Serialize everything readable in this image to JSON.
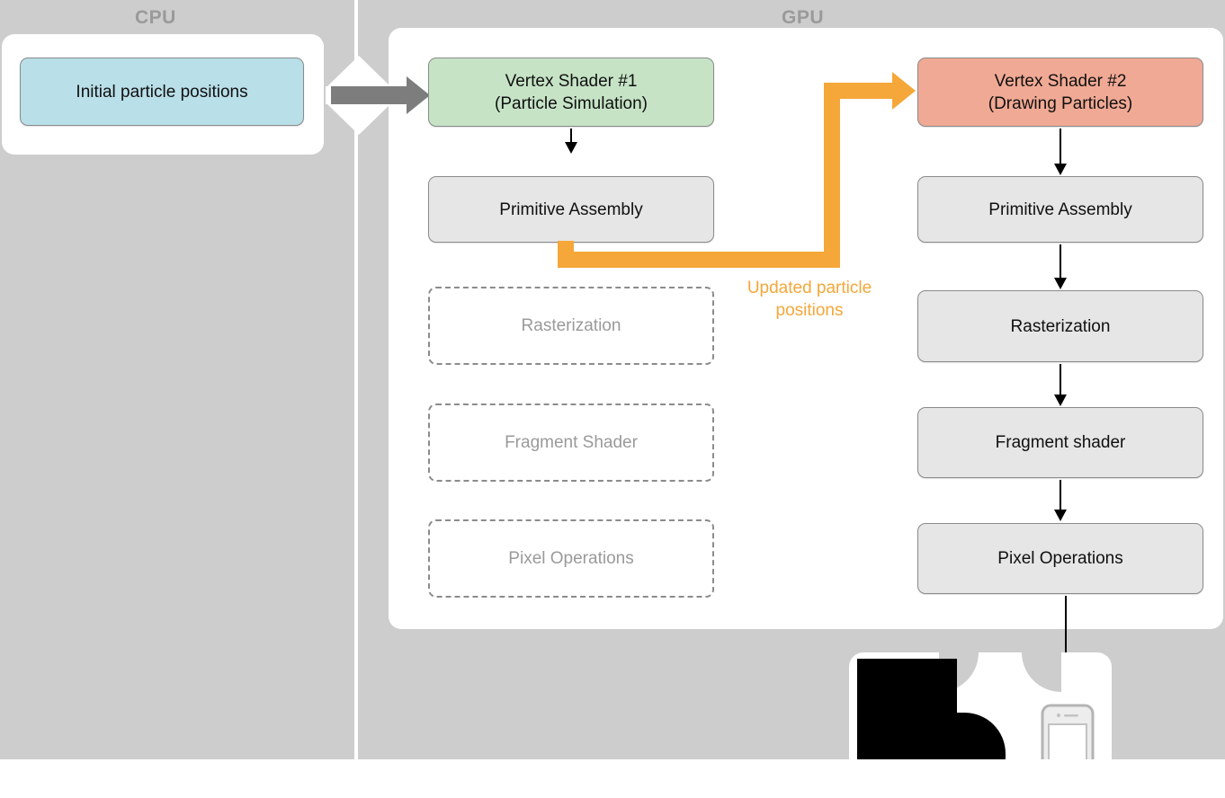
{
  "sections": {
    "cpu": {
      "label": "CPU"
    },
    "gpu": {
      "label": "GPU"
    }
  },
  "cpu_nodes": [
    {
      "id": "initial-particle-positions",
      "label": "Initial particle positions",
      "style": "blue"
    }
  ],
  "gpu_pipeline_1": [
    {
      "id": "vertex-shader-1",
      "label": "Vertex Shader #1\n(Particle Simulation)",
      "line1": "Vertex Shader #1",
      "line2": "(Particle Simulation)",
      "style": "green",
      "active": true
    },
    {
      "id": "primitive-assembly-1",
      "label": "Primitive Assembly",
      "style": "gray",
      "active": true
    },
    {
      "id": "rasterization-1",
      "label": "Rasterization",
      "style": "dashed",
      "active": false
    },
    {
      "id": "fragment-shader-1",
      "label": "Fragment Shader",
      "style": "dashed",
      "active": false
    },
    {
      "id": "pixel-operations-1",
      "label": "Pixel Operations",
      "style": "dashed",
      "active": false
    }
  ],
  "gpu_pipeline_2": [
    {
      "id": "vertex-shader-2",
      "label": "Vertex Shader #2\n(Drawing Particles)",
      "line1": "Vertex Shader #2",
      "line2": "(Drawing Particles)",
      "style": "red",
      "active": true
    },
    {
      "id": "primitive-assembly-2",
      "label": "Primitive Assembly",
      "style": "gray",
      "active": true
    },
    {
      "id": "rasterization-2",
      "label": "Rasterization",
      "style": "gray",
      "active": true
    },
    {
      "id": "fragment-shader-2",
      "label": "Fragment shader",
      "style": "gray",
      "active": true
    },
    {
      "id": "pixel-operations-2",
      "label": "Pixel Operations",
      "style": "gray",
      "active": true
    }
  ],
  "connectors": {
    "cpu_to_gpu": {
      "name": "upload-arrow",
      "color": "#7d7d7d",
      "label": ""
    },
    "feedback": {
      "name": "feedback-arrow",
      "color": "#f5a739",
      "label": "Updated particle\npositions",
      "line1": "Updated particle",
      "line2": "positions"
    },
    "to_device": {
      "name": "output-arrow",
      "color": "#000000"
    }
  },
  "device": {
    "icon": "smartphone-icon"
  },
  "colors": {
    "background_gray": "#cdcdcd",
    "panel_white": "#ffffff",
    "node_gray": "#e6e6e6",
    "node_blue": "#b9dfe9",
    "node_green": "#c6e3c6",
    "node_red": "#f0a994",
    "accent_orange": "#f5a739",
    "arrow_gray": "#7d7d7d",
    "inactive_text": "#9a9a9a",
    "border_gray": "#8b8b8b"
  }
}
